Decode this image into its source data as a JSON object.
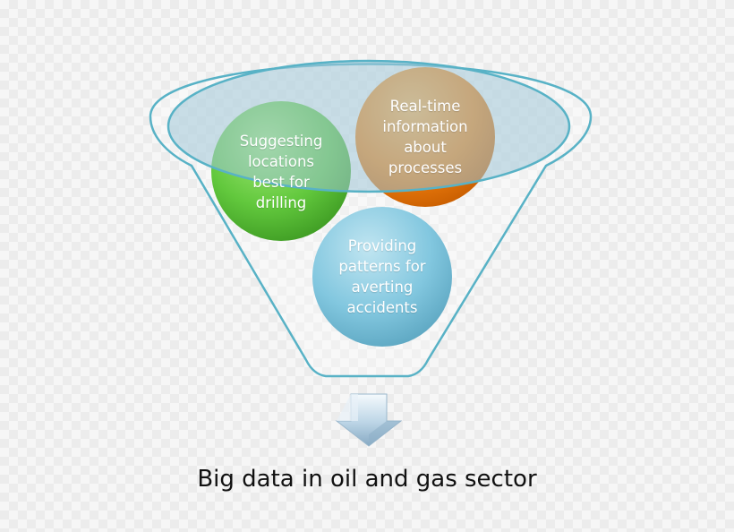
{
  "diagram": {
    "caption": "Big data in oil and gas sector",
    "items": [
      {
        "id": "drilling",
        "lines": [
          "Suggesting",
          "locations",
          "best for",
          "drilling"
        ],
        "color": "#5fc83a"
      },
      {
        "id": "realtime",
        "lines": [
          "Real-time",
          "information",
          "about",
          "processes"
        ],
        "color": "#f07d12"
      },
      {
        "id": "patterns",
        "lines": [
          "Providing",
          "patterns for",
          "averting",
          "accidents"
        ],
        "color": "#7dc4dd"
      }
    ],
    "colors": {
      "funnel_stroke": "#58b2c6",
      "funnel_top_fill": "#a6cbdc",
      "arrow": "#b9d2e4"
    },
    "arrow_icon": "down-arrow-icon"
  }
}
